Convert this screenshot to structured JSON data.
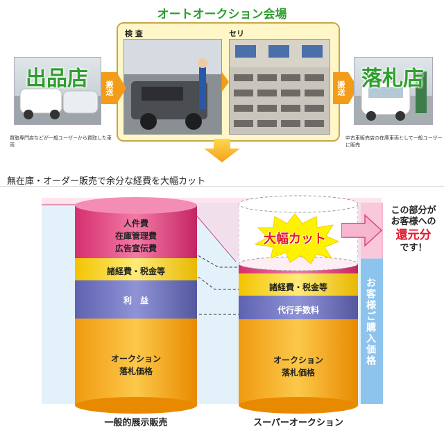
{
  "top": {
    "auction_title": "オートオークション会場",
    "inspection_label": "検 査",
    "bidding_label": "セリ",
    "left_shop": "出品店",
    "right_shop": "落札店",
    "transport_label": "搬送",
    "left_caption": "買取専門店などが一般ユーザーから買取した車両",
    "right_caption": "中古車販売店の在庫車両として一般ユーザーに販売"
  },
  "section_title": "無在庫・オーダー販売で余分な経費を大幅カット",
  "diagram": {
    "left_cylinder": {
      "label": "一般的展示販売",
      "layers": {
        "costs_line1": "人件費",
        "costs_line2": "在庫管理費",
        "costs_line3": "広告宣伝費",
        "misc": "諸経費・税金等",
        "profit": "利　益",
        "auction": "オークション",
        "auction2": "落札価格"
      }
    },
    "right_cylinder": {
      "label": "スーパーオークション",
      "layers": {
        "cut": "大幅カット",
        "misc": "諸経費・税金等",
        "fee": "代行手数料",
        "auction": "オークション",
        "auction2": "落札価格"
      }
    },
    "side_note": {
      "line1": "この部分が",
      "line2": "お客様への",
      "highlight": "還元分",
      "line4": "です！"
    },
    "vertical_label": "お客様ご購入価格"
  }
}
